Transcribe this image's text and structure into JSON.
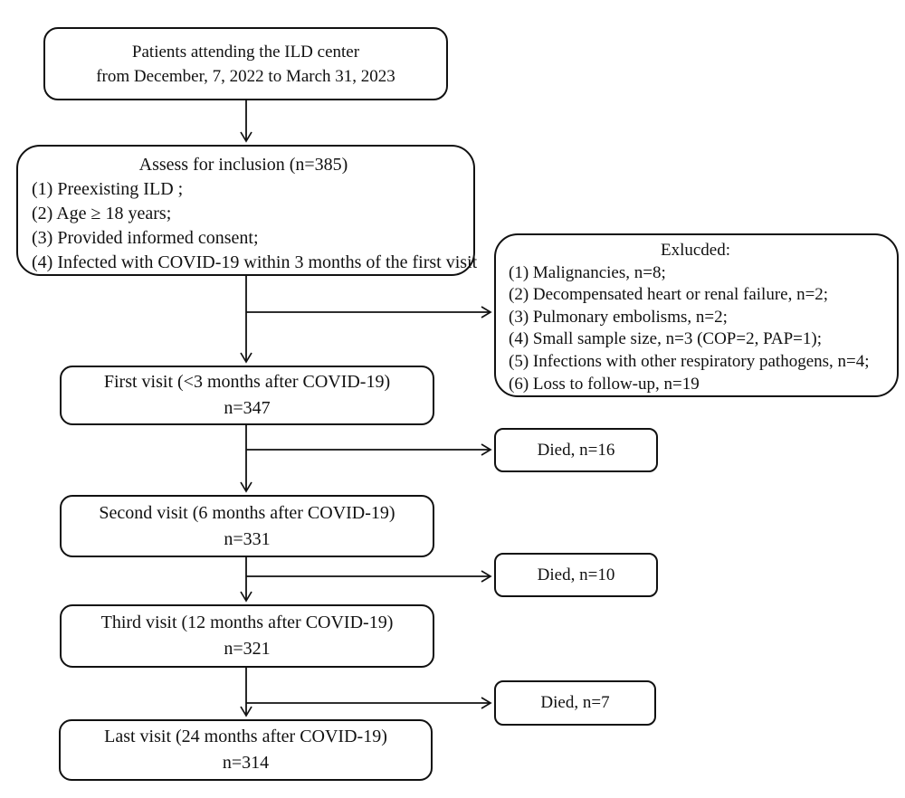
{
  "diagram": {
    "patients_box": {
      "line1": "Patients attending the ILD center",
      "line2": "from December, 7, 2022 to March 31, 2023"
    },
    "assess_box": {
      "title": "Assess for inclusion (n=385)",
      "items": [
        "(1) Preexisting ILD ;",
        "(2) Age ≥ 18 years;",
        "(3) Provided informed consent;",
        "(4) Infected with COVID-19 within 3 months of the first visit"
      ]
    },
    "excluded_box": {
      "title": "Exlucded:",
      "items": [
        "(1) Malignancies, n=8;",
        "(2) Decompensated heart or renal failure, n=2;",
        "(3) Pulmonary embolisms, n=2;",
        "(4) Small sample size, n=3 (COP=2, PAP=1);",
        "(5) Infections with other respiratory pathogens, n=4;",
        "(6) Loss to follow-up, n=19"
      ]
    },
    "first_visit_box": {
      "line1": "First visit (<3 months after COVID-19)",
      "line2": "n=347"
    },
    "died_after_first_box": {
      "label": "Died, n=16"
    },
    "second_visit_box": {
      "line1": "Second visit (6 months after COVID-19)",
      "line2": "n=331"
    },
    "died_after_second_box": {
      "label": "Died, n=10"
    },
    "third_visit_box": {
      "line1": "Third visit (12 months after COVID-19)",
      "line2": "n=321"
    },
    "died_after_third_box": {
      "label": "Died, n=7"
    },
    "last_visit_box": {
      "line1": "Last visit (24 months after COVID-19)",
      "line2": "n=314"
    }
  },
  "colors": {
    "line": "#111111",
    "text": "#111111",
    "background": "#ffffff"
  }
}
